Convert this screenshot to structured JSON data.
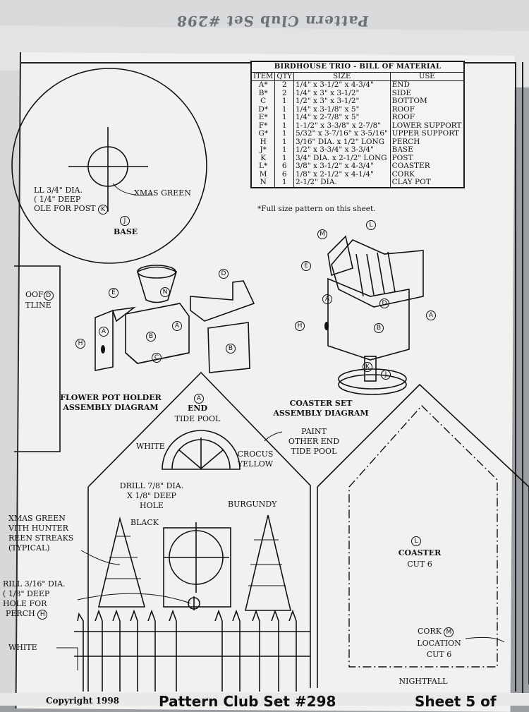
{
  "header_ghost": "Pattern Club Set #298",
  "bom": {
    "title": "BIRDHOUSE TRIO - BILL OF MATERIAL",
    "columns": [
      "ITEM",
      "QTY",
      "SIZE",
      "USE"
    ],
    "rows": [
      {
        "item": "A*",
        "qty": "2",
        "size": "1/4\" x 3-1/2\" x 4-3/4\"",
        "use": "END"
      },
      {
        "item": "B*",
        "qty": "2",
        "size": "1/4\" x 3\" x 3-1/2\"",
        "use": "SIDE"
      },
      {
        "item": "C",
        "qty": "1",
        "size": "1/2\" x 3\" x 3-1/2\"",
        "use": "BOTTOM"
      },
      {
        "item": "D*",
        "qty": "1",
        "size": "1/4\" x 3-1/8\" x 5\"",
        "use": "ROOF"
      },
      {
        "item": "E*",
        "qty": "1",
        "size": "1/4\" x 2-7/8\" x 5\"",
        "use": "ROOF"
      },
      {
        "item": "F*",
        "qty": "1",
        "size": "1-1/2\" x 3-3/8\" x 2-7/8\"",
        "use": "LOWER SUPPORT"
      },
      {
        "item": "G*",
        "qty": "1",
        "size": "5/32\" x 3-7/16\" x 3-5/16\"",
        "use": "UPPER SUPPORT"
      },
      {
        "item": "H",
        "qty": "1",
        "size": "3/16\" DIA. x 1/2\" LONG",
        "use": "PERCH"
      },
      {
        "item": "J*",
        "qty": "1",
        "size": "1/2\" x 3-3/4\" x 3-3/4\"",
        "use": "BASE"
      },
      {
        "item": "K",
        "qty": "1",
        "size": "3/4\" DIA. x 2-1/2\" LONG",
        "use": "POST"
      },
      {
        "item": "L*",
        "qty": "6",
        "size": "3/8\" x 3-1/2\" x 4-3/4\"",
        "use": "COASTER"
      },
      {
        "item": "M",
        "qty": "6",
        "size": "1/8\" x 2-1/2\" x 4-1/4\"",
        "use": "CORK"
      },
      {
        "item": "N",
        "qty": "1",
        "size": "2-1/2\" DIA.",
        "use": "CLAY POT"
      }
    ],
    "note": "*Full size pattern on this sheet."
  },
  "base": {
    "drill_line1": "LL 3/4\" DIA.",
    "drill_line2": "( 1/4\" DEEP",
    "drill_line3": "OLE FOR POST",
    "drill_ref": "K",
    "color": "XMAS GREEN",
    "part_ref": "J",
    "label": "BASE"
  },
  "roof_outline": {
    "ref": "D",
    "line1": "OOF",
    "line2": "TLINE"
  },
  "flower_pot": {
    "line1": "FLOWER POT HOLDER",
    "line2": "ASSEMBLY DIAGRAM"
  },
  "coaster_set": {
    "line1": "COASTER SET",
    "line2": "ASSEMBLY DIAGRAM"
  },
  "end_piece": {
    "ref": "A",
    "label": "END",
    "color": "TIDE POOL",
    "white": "WHITE",
    "crocus1": "CROCUS",
    "crocus2": "YELLOW",
    "paint1": "PAINT",
    "paint2": "OTHER END",
    "paint3": "TIDE POOL",
    "drill1": "DRILL 7/8\" DIA.",
    "drill2": "X 1/8\" DEEP",
    "drill3": "HOLE",
    "burgundy": "BURGUNDY",
    "black": "BLACK",
    "xmas1": "XMAS GREEN",
    "xmas2": "VITH HUNTER",
    "xmas3": "REEN STREAKS",
    "xmas4": "(TYPICAL)",
    "perch1": "RILL 3/16\" DIA.",
    "perch2": "( 1/8\" DEEP",
    "perch3": "HOLE FOR",
    "perch4": "PERCH",
    "perch_ref": "H",
    "white2": "WHITE"
  },
  "coaster": {
    "ref": "L",
    "label": "COASTER",
    "cut": "CUT 6",
    "cork_label": "CORK",
    "cork_ref": "M",
    "cork_loc": "LOCATION",
    "cork_cut": "CUT 6",
    "color": "NIGHTFALL"
  },
  "parts": {
    "A": "A",
    "B": "B",
    "C": "C",
    "D": "D",
    "E": "E",
    "H": "H",
    "J": "J",
    "K": "K",
    "L": "L",
    "M": "M",
    "N": "N"
  },
  "footer": {
    "copyright": "Copyright 1998",
    "set": "Pattern Club Set #298",
    "sheet": "Sheet 5 of"
  }
}
